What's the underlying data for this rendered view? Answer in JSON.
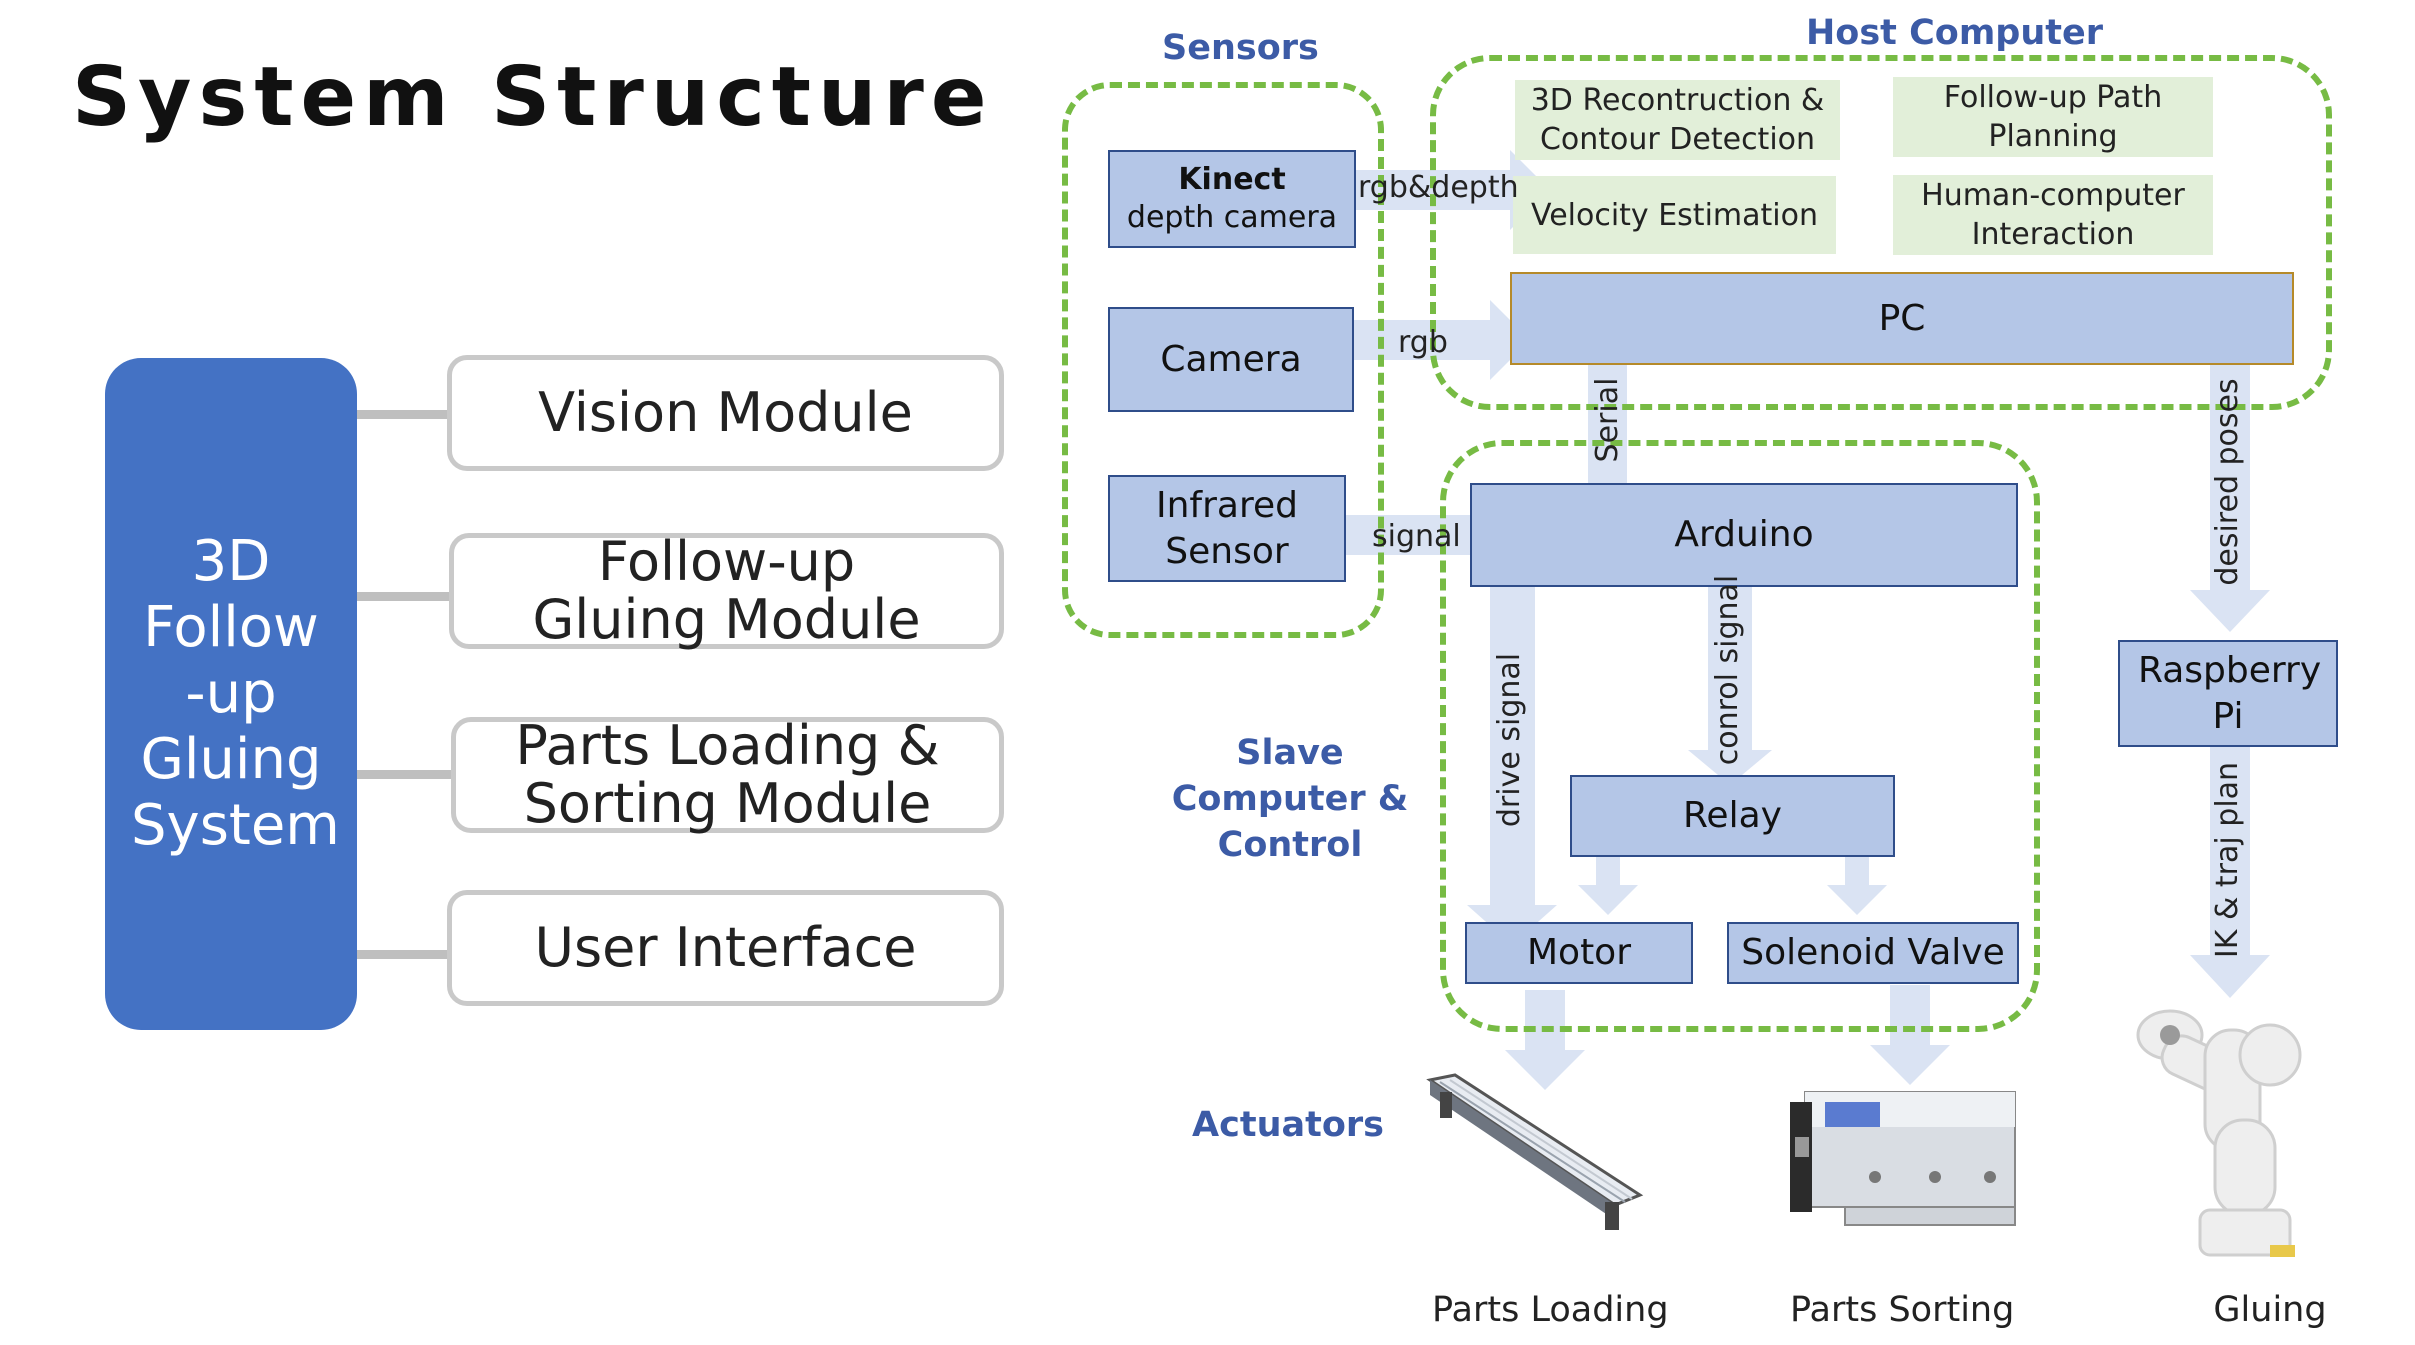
{
  "title": "System Structure",
  "left": {
    "system": "3D Follow -up Gluing System",
    "modules": [
      "Vision Module",
      "Follow-up Gluing Module",
      "Parts Loading & Sorting Module",
      "User Interface"
    ]
  },
  "sections": {
    "sensors": "Sensors",
    "host": "Host Computer",
    "slave": "Slave Computer & Control",
    "actuators": "Actuators"
  },
  "host_tasks": [
    "3D Recontruction & Contour Detection",
    "Follow-up Path Planning",
    "Velocity Estimation",
    "Human-computer Interaction"
  ],
  "sensors_list": {
    "kinect_title": "Kinect",
    "kinect_sub": "depth camera",
    "camera": "Camera",
    "infrared": "Infrared Sensor"
  },
  "nodes": {
    "pc": "PC",
    "arduino": "Arduino",
    "relay": "Relay",
    "motor": "Motor",
    "solenoid": "Solenoid Valve",
    "raspberry": "Raspberry Pi"
  },
  "edges": {
    "rgb_depth": "rgb&depth",
    "rgb": "rgb",
    "signal": "signal",
    "serial": "Serial",
    "drive_signal": "drive signal",
    "control_signal": "conrol signal",
    "desired_poses": "desired poses",
    "ik_plan": "IK & traj plan"
  },
  "captions": [
    "Parts Loading",
    "Parts Sorting",
    "Gluing"
  ],
  "colors": {
    "system_box": "#4472c4",
    "module_border": "#c9c9c9",
    "section_label": "#3c5ba6",
    "dashed_border": "#77bb44",
    "task_fill": "#e2efd9",
    "node_fill": "#b4c6e7",
    "arrow_fill": "#dae3f3"
  }
}
